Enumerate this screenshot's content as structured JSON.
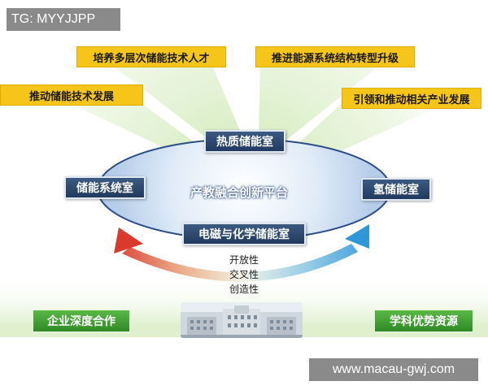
{
  "watermarks": {
    "tg": "TG: MYYJJPP",
    "url": "www.macau-gwj.com"
  },
  "goals": [
    "培养多层次储能技术人才",
    "推进能源系统结构转型升级",
    "推动储能技术发展",
    "引领和推动相关产业发展"
  ],
  "platform": {
    "title": "产教融合创新平台",
    "rooms": {
      "top": "热质储能室",
      "left": "储能系统室",
      "right": "氢储能室",
      "bottom": "电磁与化学储能室"
    }
  },
  "properties": [
    "开放性",
    "交叉性",
    "创造性"
  ],
  "sources": {
    "left": "企业深度合作",
    "right": "学科优势资源"
  },
  "colors": {
    "goal_fill": "#f6c51a",
    "room_fill": "#2a4770",
    "source_fill": "#3fa12f",
    "ellipse_fill": "#c9dcf2",
    "arrow_red": "#d93a2b",
    "arrow_blue": "#2f97d8",
    "ray_green": "#cfe9b5"
  }
}
